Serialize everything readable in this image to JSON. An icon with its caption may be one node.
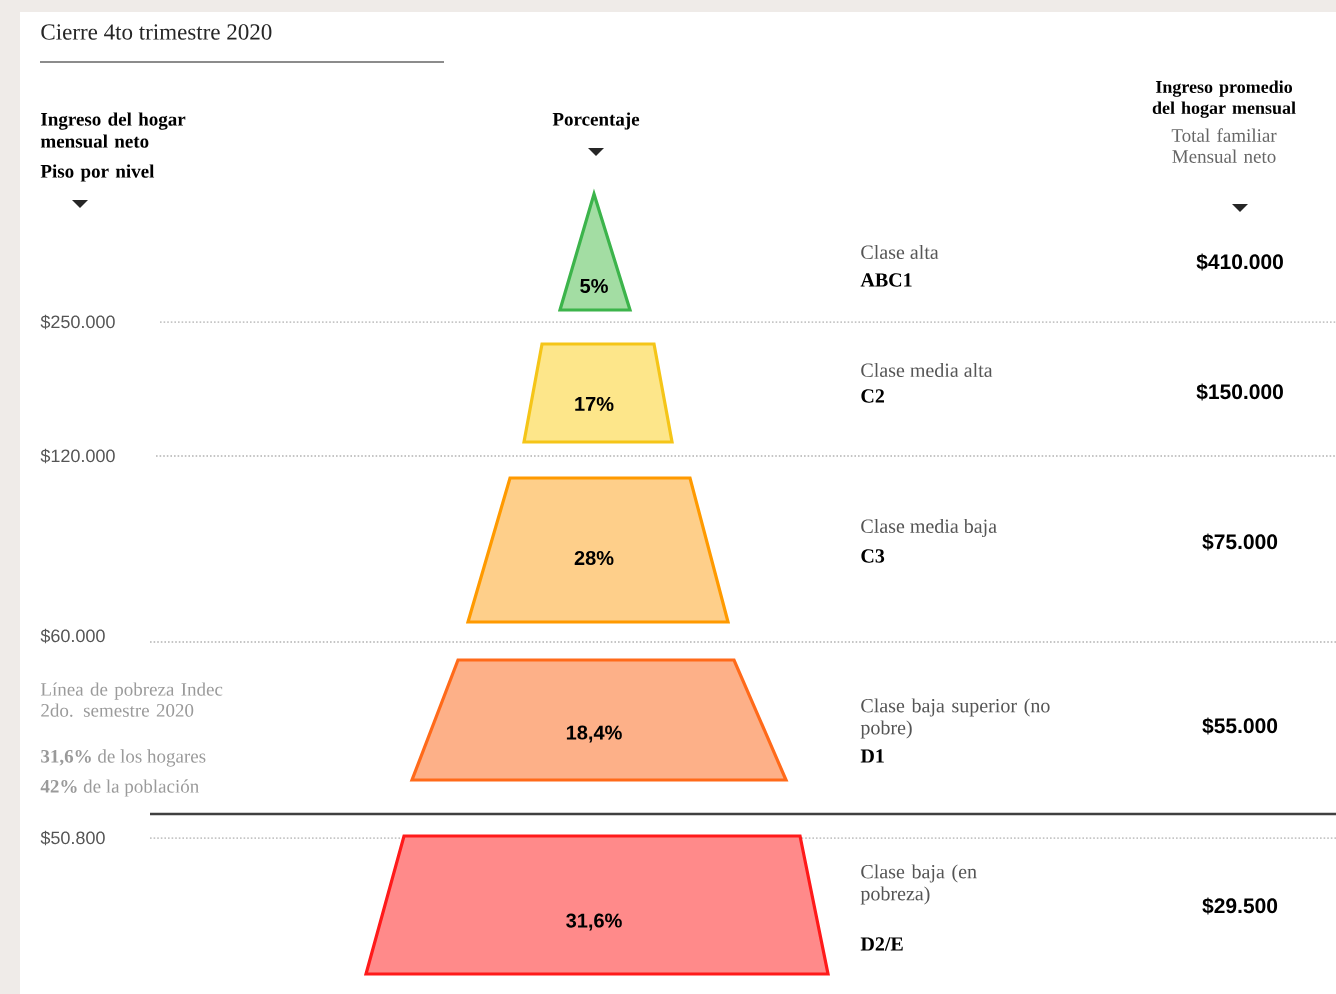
{
  "diagram": {
    "title": "Cierre 4to trimestre 2020",
    "nodes": [
      {
        "text": [
          "5%"
        ]
      },
      {
        "text": [
          "17%"
        ]
      },
      {
        "text": [
          "28%"
        ]
      },
      {
        "text": [
          "18,4%"
        ]
      },
      {
        "text": [
          "31,6%"
        ]
      }
    ],
    "labels": [
      "Ingreso del hogar mensual neto",
      "Piso por nivel",
      "Porcentaje",
      "Ingreso promedio del hogar mensual",
      "Total familiar Mensual neto",
      "Clase alta",
      "ABC1",
      "$410.000",
      "$250.000",
      "Clase media alta",
      "C2",
      "$150.000",
      "$120.000",
      "Clase media baja",
      "C3",
      "$75.000",
      "$60.000",
      "Línea de pobreza Indec 2do. semestre 2020",
      "**31,6%** de los hogares",
      "**42%** de la población",
      "Clase baja superior (no pobre)",
      "D1",
      "$55.000",
      "$50.800",
      "Clase baja (en pobreza)",
      "D2/E",
      "$29.500"
    ]
  }
}
